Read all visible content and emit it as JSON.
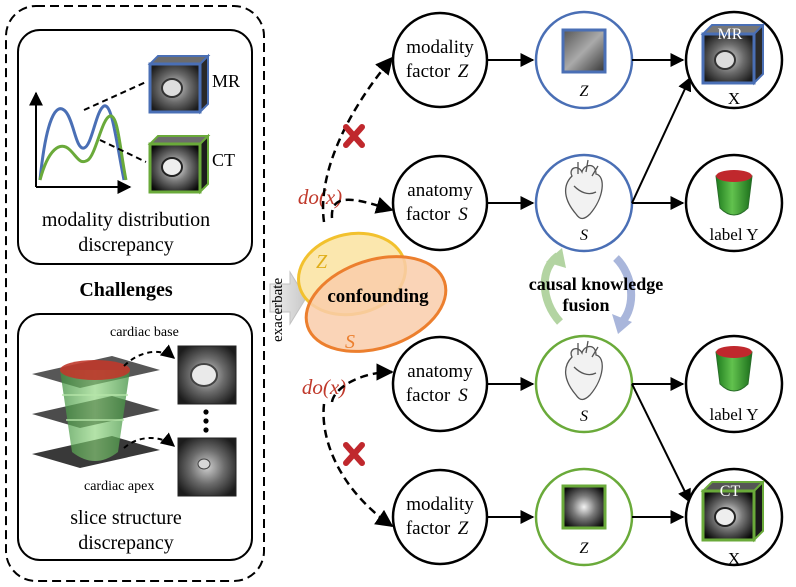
{
  "challenges": {
    "heading": "Challenges",
    "top_panel": {
      "mr_label": "MR",
      "ct_label": "CT",
      "caption_line1": "modality distribution",
      "caption_line2": "discrepancy"
    },
    "bottom_panel": {
      "cardiac_base_label": "cardiac base",
      "cardiac_apex_label": "cardiac apex",
      "caption_line1": "slice structure",
      "caption_line2": "discrepancy"
    }
  },
  "exacerbate_label": "exacerbate",
  "confounding": {
    "label": "confounding",
    "z_label": "Z",
    "s_label": "S"
  },
  "do_x_label": "do(x)",
  "causal_fusion": {
    "line1": "causal knowledge",
    "line2": "fusion"
  },
  "mr_branch": {
    "modality_node": {
      "line1": "modality",
      "line2": "factor",
      "var": "Z"
    },
    "anatomy_node": {
      "line1": "anatomy",
      "line2": "factor",
      "var": "S"
    },
    "z_image_label": "Z",
    "s_image_label": "S",
    "x_cube_tag": "MR",
    "x_label": "X",
    "label_node_text": "label Y"
  },
  "ct_branch": {
    "anatomy_node": {
      "line1": "anatomy",
      "line2": "factor",
      "var": "S"
    },
    "modality_node": {
      "line1": "modality",
      "line2": "factor",
      "var": "Z"
    },
    "s_image_label": "S",
    "z_image_label": "Z",
    "x_cube_tag": "CT",
    "x_label": "X",
    "label_node_text": "label Y"
  },
  "colors": {
    "mr_blue": "#4a6fb5",
    "ct_green": "#6aaa3a",
    "z_yellow": "#f2c12e",
    "s_orange": "#ec7f2e",
    "cross_red": "#c0282d",
    "do_red": "#c0392b"
  }
}
